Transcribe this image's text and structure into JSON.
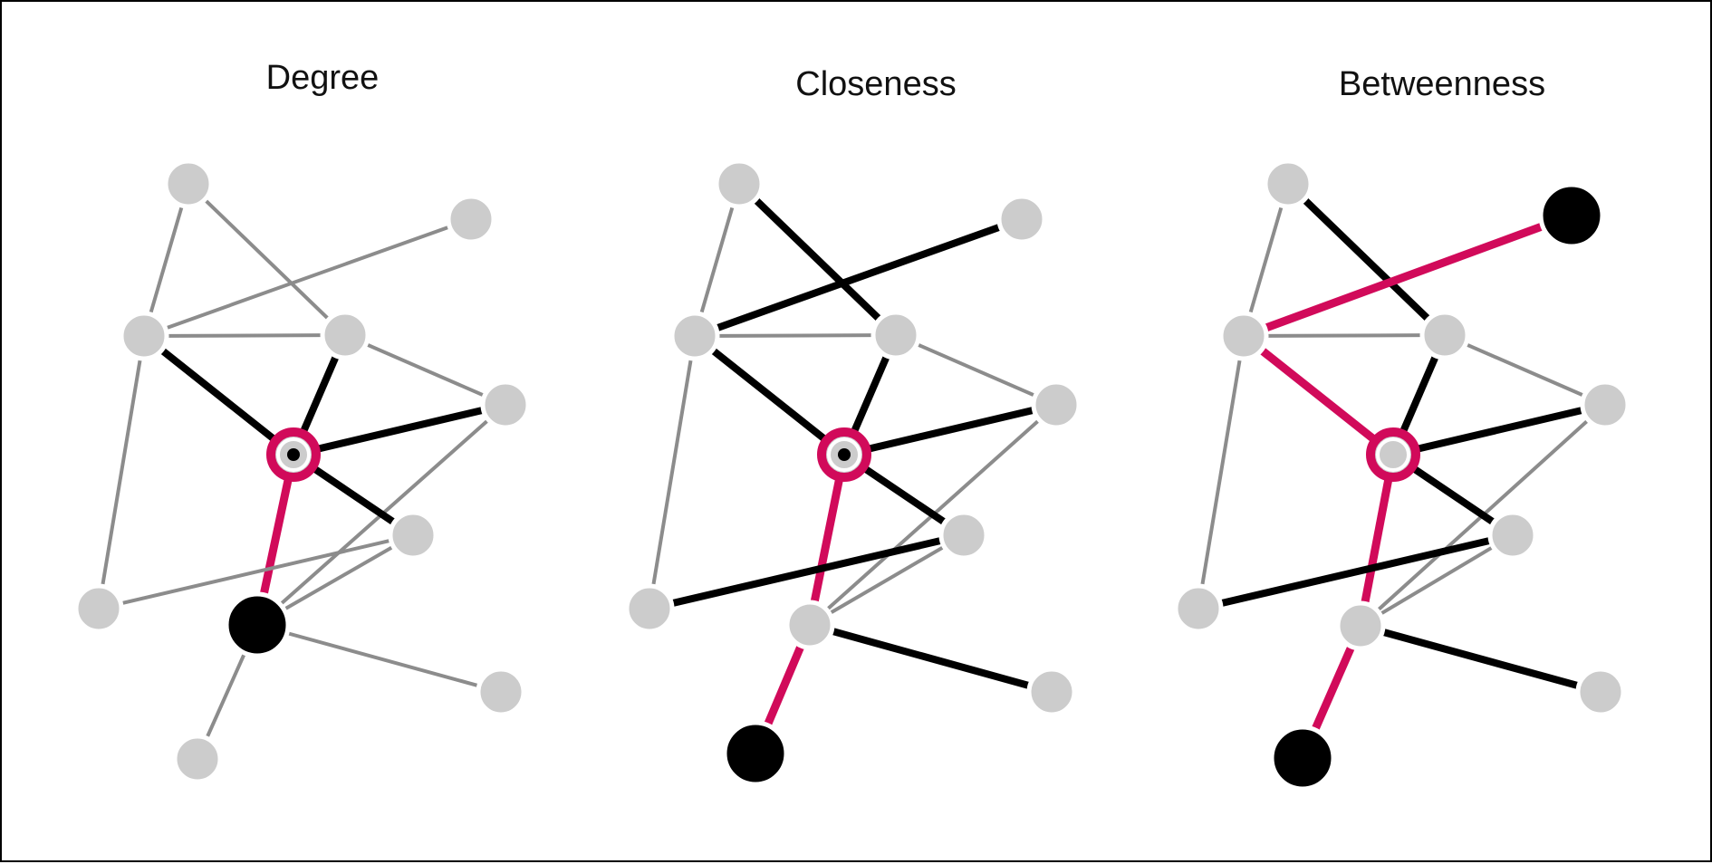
{
  "panels": [
    {
      "title": "Degree",
      "focus_node": "n6",
      "focus_center_dot": true,
      "highlighted_node": "n8",
      "pink_edges": [
        [
          "n6",
          "n8"
        ]
      ],
      "black_edges": [
        [
          "n2",
          "n6"
        ],
        [
          "n4",
          "n6"
        ],
        [
          "n6",
          "n7"
        ],
        [
          "n6",
          "n9"
        ]
      ],
      "extra_black_nodes": []
    },
    {
      "title": "Closeness",
      "focus_node": "n6",
      "focus_center_dot": true,
      "highlighted_node": "n12",
      "pink_edges": [
        [
          "n6",
          "n8"
        ],
        [
          "n8",
          "n12"
        ]
      ],
      "black_edges": [
        [
          "n1",
          "n4"
        ],
        [
          "n3",
          "n2"
        ],
        [
          "n2",
          "n6"
        ],
        [
          "n4",
          "n6"
        ],
        [
          "n6",
          "n7"
        ],
        [
          "n6",
          "n9"
        ],
        [
          "n5",
          "n7"
        ],
        [
          "n8",
          "n11"
        ]
      ],
      "extra_black_nodes": []
    },
    {
      "title": "Betweenness",
      "focus_node": "n6",
      "focus_center_dot": false,
      "highlighted_node": "n12",
      "pink_edges": [
        [
          "n3",
          "n2"
        ],
        [
          "n2",
          "n6"
        ],
        [
          "n6",
          "n8"
        ],
        [
          "n8",
          "n12"
        ]
      ],
      "black_edges": [
        [
          "n1",
          "n4"
        ],
        [
          "n4",
          "n6"
        ],
        [
          "n6",
          "n7"
        ],
        [
          "n6",
          "n9"
        ],
        [
          "n5",
          "n7"
        ],
        [
          "n8",
          "n11"
        ]
      ],
      "extra_black_nodes": [
        "n3"
      ]
    }
  ],
  "graph": {
    "nodes": [
      "n1",
      "n2",
      "n3",
      "n4",
      "n5",
      "n6",
      "n7",
      "n8",
      "n9",
      "n10",
      "n11",
      "n12"
    ],
    "edges": [
      [
        "n1",
        "n4"
      ],
      [
        "n1",
        "n2"
      ],
      [
        "n3",
        "n2"
      ],
      [
        "n4",
        "n2"
      ],
      [
        "n2",
        "n5"
      ],
      [
        "n4",
        "n6"
      ],
      [
        "n2",
        "n6"
      ],
      [
        "n4",
        "n9"
      ],
      [
        "n9",
        "n8"
      ],
      [
        "n6",
        "n8"
      ],
      [
        "n6",
        "n9"
      ],
      [
        "n6",
        "n7"
      ],
      [
        "n5",
        "n7"
      ],
      [
        "n8",
        "n7"
      ],
      [
        "n8",
        "n11"
      ],
      [
        "n8",
        "n12"
      ]
    ]
  },
  "colors": {
    "node_fill": "#cccccc",
    "node_stroke": "#ffffff",
    "gray_edge": "#8c8c8c",
    "black": "#000000",
    "accent": "#d10a5a",
    "frame": "#000000",
    "background": "#ffffff"
  }
}
